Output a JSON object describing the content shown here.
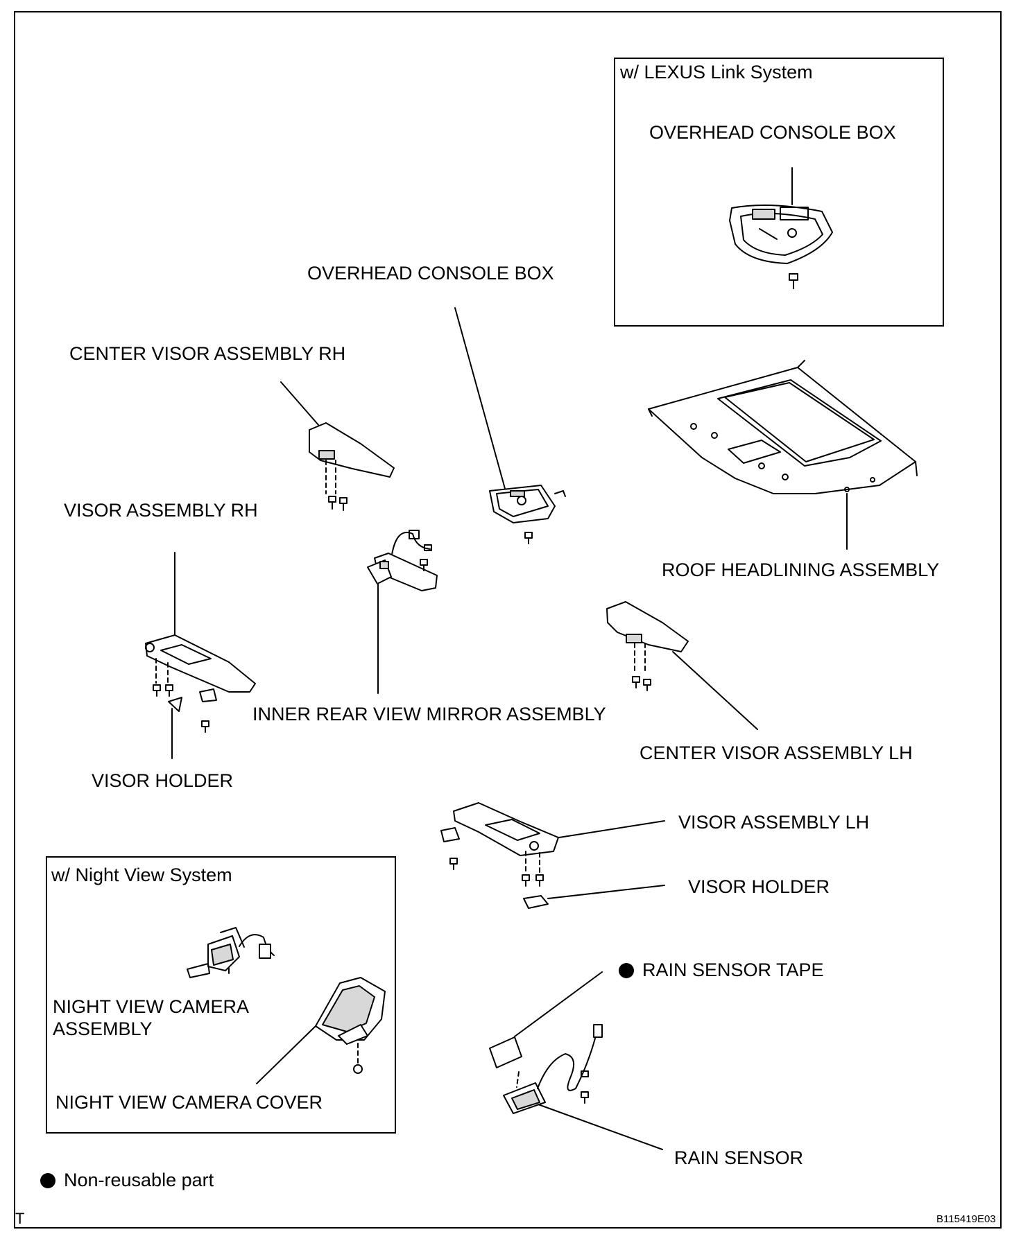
{
  "labels": {
    "lexus_box_title": "w/ LEXUS Link System",
    "overhead_console_box_inset": "OVERHEAD CONSOLE BOX",
    "overhead_console_box": "OVERHEAD CONSOLE BOX",
    "center_visor_rh": "CENTER VISOR ASSEMBLY RH",
    "visor_rh": "VISOR ASSEMBLY RH",
    "roof_headlining": "ROOF HEADLINING ASSEMBLY",
    "inner_mirror": "INNER REAR VIEW MIRROR ASSEMBLY",
    "center_visor_lh": "CENTER VISOR ASSEMBLY LH",
    "visor_holder_rh": "VISOR HOLDER",
    "visor_lh": "VISOR ASSEMBLY LH",
    "visor_holder_lh": "VISOR HOLDER",
    "night_view_box_title": "w/ Night View System",
    "night_view_camera_line1": "NIGHT VIEW CAMERA",
    "night_view_camera_line2": "ASSEMBLY",
    "night_view_cover": "NIGHT VIEW CAMERA COVER",
    "rain_sensor_tape": "RAIN SENSOR TAPE",
    "rain_sensor": "RAIN SENSOR",
    "legend_text": "Non-reusable part",
    "corner_mark": "T",
    "figure_code": "B115419E03"
  },
  "colors": {
    "line": "#000000",
    "background": "#ffffff",
    "part_fill": "#ffffff",
    "part_shade": "#d8d8d8"
  }
}
